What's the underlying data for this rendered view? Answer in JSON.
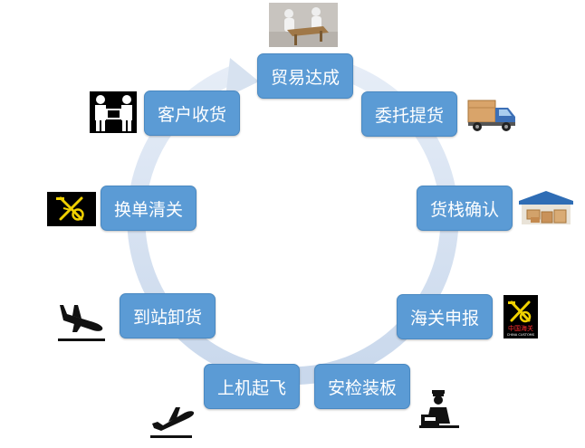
{
  "cycle": {
    "nodes": [
      {
        "label": "贸易达成"
      },
      {
        "label": "委托提货"
      },
      {
        "label": "货栈确认"
      },
      {
        "label": "海关申报"
      },
      {
        "label": "安检装板"
      },
      {
        "label": "上机起飞"
      },
      {
        "label": "到站卸货"
      },
      {
        "label": "换单清关"
      },
      {
        "label": "客户收货"
      }
    ],
    "icons": [
      "meeting-table-icon",
      "delivery-truck-icon",
      "warehouse-icon",
      "customs-emblem-icon",
      "security-inspection-icon",
      "plane-takeoff-icon",
      "plane-landing-icon",
      "customs-emblem-icon",
      "customer-handover-icon"
    ],
    "emblem_text": {
      "cn": "中国海关",
      "en": "CHINA CUSTOMS"
    }
  },
  "colors": {
    "node_fill": "#5b9bd5",
    "ring": "#dce6f2",
    "emblem_bg": "#000000",
    "emblem_gold": "#f0d000"
  }
}
